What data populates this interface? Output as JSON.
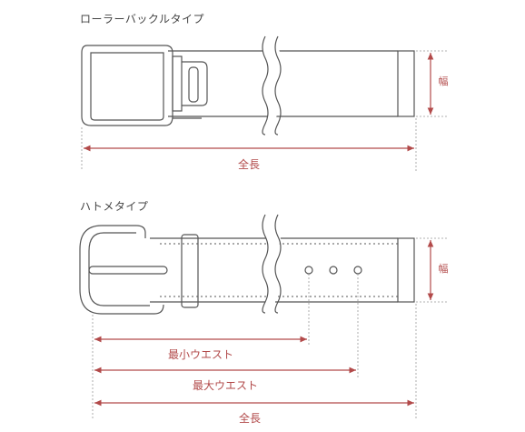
{
  "section1": {
    "title": "ローラーバックルタイプ",
    "width_label": "幅",
    "total_length_label": "全長"
  },
  "section2": {
    "title": "ハトメタイプ",
    "width_label": "幅",
    "min_waist_label": "最小ウエスト",
    "max_waist_label": "最大ウエスト",
    "total_length_label": "全長"
  },
  "colors": {
    "outline": "#555555",
    "dimension": "#b24a4a",
    "guide": "#999999"
  }
}
